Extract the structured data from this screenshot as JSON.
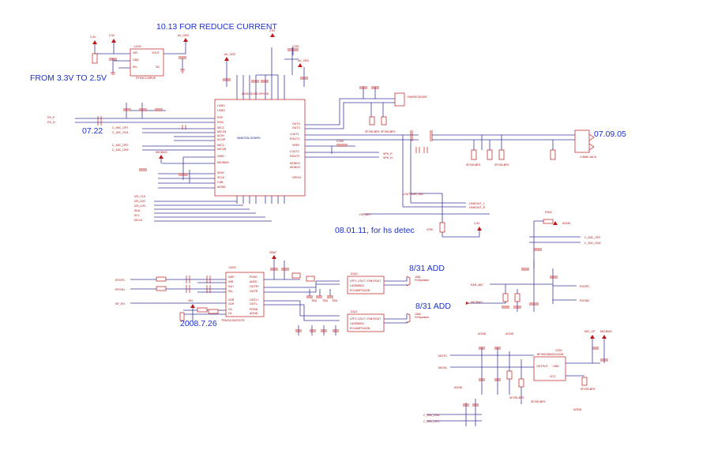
{
  "notes": {
    "reduce_current": "10.13 FOR REDUCE CURRENT",
    "voltage_change": "FROM 3.3V TO 2.5V",
    "date_0722": "07.22",
    "date_070905": "07.09.05",
    "hs_detect": "08.01.11, for hs detec",
    "add_1": "8/31 ADD",
    "add_2": "8/31 ADD",
    "date_20080726": "2008.7.26"
  },
  "components": {
    "ldo": "RT9013-25PUE",
    "codec": "WM8753LGEB/RV",
    "amp_driver": "TPA2012D2RGTR",
    "lpf_top": "LPF1 LOUT / RIN ROUT",
    "lpf_bottom": "LPF2 LOUT / RIN ROUT",
    "mic_ic": "BF9922/BA922/4158",
    "jack": "3.5MM JACK",
    "speaker_1": "FinSpeaker",
    "speaker_2": "FinSpeaker"
  },
  "nets": {
    "c_mic_op1": "C_MIC_OP1",
    "c_mic_on1": "C_MIC_ON1",
    "c_mic_op2": "C_MIC_OP2",
    "c_mic_on2": "C_MIC_ON2",
    "micbias": "MICBIAS",
    "lineout_l": "LINEOUT_L",
    "lineout_r": "LINEOUT_R",
    "hs_det": "HS_DET",
    "agnd": "AGND",
    "v33": "3.3V",
    "v25": "2.5V",
    "rf_op": "RFOP1",
    "rf_on": "RFON1",
    "spk_en": "SP_EN",
    "ear_mic": "EAR_MIC"
  }
}
